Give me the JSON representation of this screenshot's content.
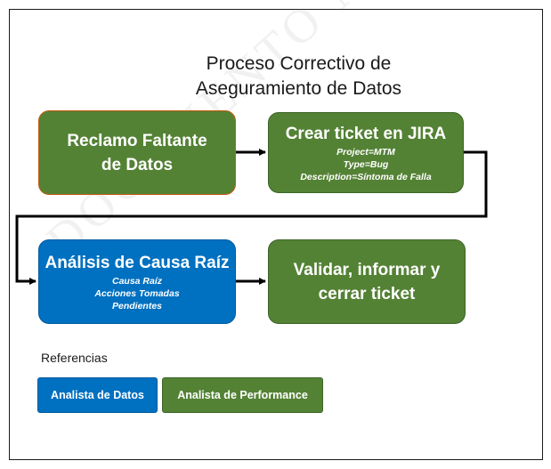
{
  "title": {
    "line1": "Proceso Correctivo de",
    "line2": "Aseguramiento de Datos"
  },
  "watermark": "DOCUMENTO NO CONTROLADO IMPRESO",
  "steps": [
    {
      "main": [
        "Reclamo Faltante",
        "de Datos"
      ],
      "details": [],
      "color": "#548235"
    },
    {
      "main": [
        "Crear ticket en JIRA"
      ],
      "details": [
        "Project=MTM",
        "Type=Bug",
        "Description=Síntoma de Falla"
      ],
      "color": "#548235"
    },
    {
      "main": [
        "Análisis de Causa Raíz"
      ],
      "details": [
        "Causa Raíz",
        "Acciones Tomadas",
        "Pendientes"
      ],
      "color": "#0070c0"
    },
    {
      "main": [
        "Validar, informar y",
        "cerrar ticket"
      ],
      "details": [],
      "color": "#548235"
    }
  ],
  "references": {
    "label": "Referencias",
    "items": [
      {
        "label": "Analista de Datos",
        "color": "#0070c0"
      },
      {
        "label": "Analista de Performance",
        "color": "#548235"
      }
    ]
  }
}
